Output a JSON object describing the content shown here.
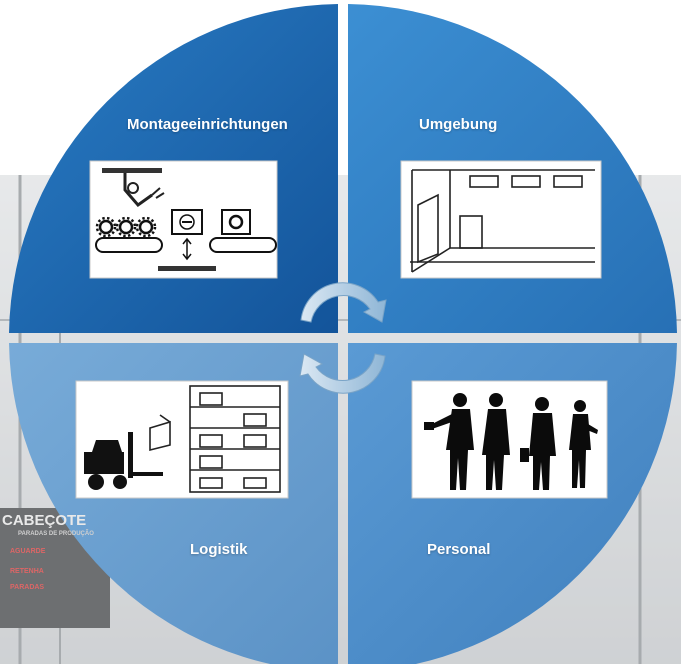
{
  "quadrants": [
    {
      "id": "montage",
      "label": "Montageeinrichtungen",
      "icon": "assembly-machine-icon"
    },
    {
      "id": "umgebung",
      "label": "Umgebung",
      "icon": "room-interior-icon"
    },
    {
      "id": "logistik",
      "label": "Logistik",
      "icon": "forklift-shelf-icon"
    },
    {
      "id": "personal",
      "label": "Personal",
      "icon": "workers-silhouette-icon"
    }
  ],
  "background_sign": {
    "title": "CABEÇOTE",
    "line1": "PARADAS DE PRODUÇÃO",
    "line2": "AGUARDE",
    "line3": "RETENHA",
    "line4": "PARADAS"
  },
  "colors": {
    "top_left": "#1f67ab",
    "top_right": "#2e7fc4",
    "bottom_left": "#6a9dcc",
    "bottom_right": "#4f8dc9",
    "gap": "#ffffff",
    "arrow": "#9ec3df"
  }
}
